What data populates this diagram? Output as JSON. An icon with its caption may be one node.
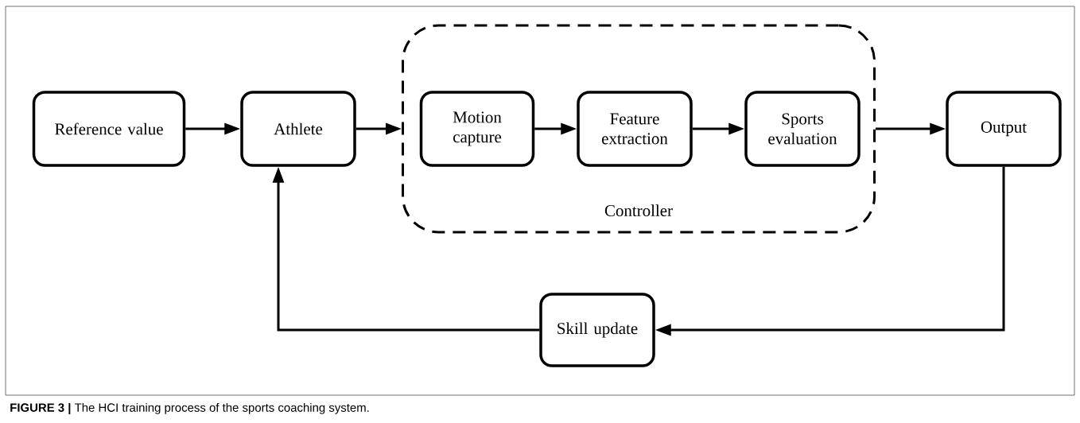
{
  "diagram": {
    "caption": "**FIGURE 3 |** The HCI training process of the sports coaching system.",
    "nodes": [
      {
        "text": [
          "Reference value"
        ]
      },
      {
        "text": [
          "Athlete"
        ]
      },
      {
        "text": [
          "Controller"
        ]
      },
      {
        "text": [
          "Motion capture"
        ],
        "in": 2
      },
      {
        "text": [
          "Feature extraction"
        ],
        "in": 2
      },
      {
        "text": [
          "Sports evaluation"
        ],
        "in": 2
      },
      {
        "text": [
          "Output"
        ]
      },
      {
        "text": [
          "Skill update"
        ]
      }
    ],
    "edges": [
      {
        "from": 0,
        "to": 1,
        "arrow": "to"
      },
      {
        "from": 1,
        "to": 2,
        "arrow": "to"
      },
      {
        "from": 3,
        "to": 4,
        "arrow": "to"
      },
      {
        "from": 4,
        "to": 5,
        "arrow": "to"
      },
      {
        "from": 2,
        "to": 6,
        "arrow": "to"
      },
      {
        "from": 6,
        "to": 7,
        "arrow": "to"
      },
      {
        "from": 7,
        "to": 1,
        "arrow": "to"
      }
    ]
  }
}
